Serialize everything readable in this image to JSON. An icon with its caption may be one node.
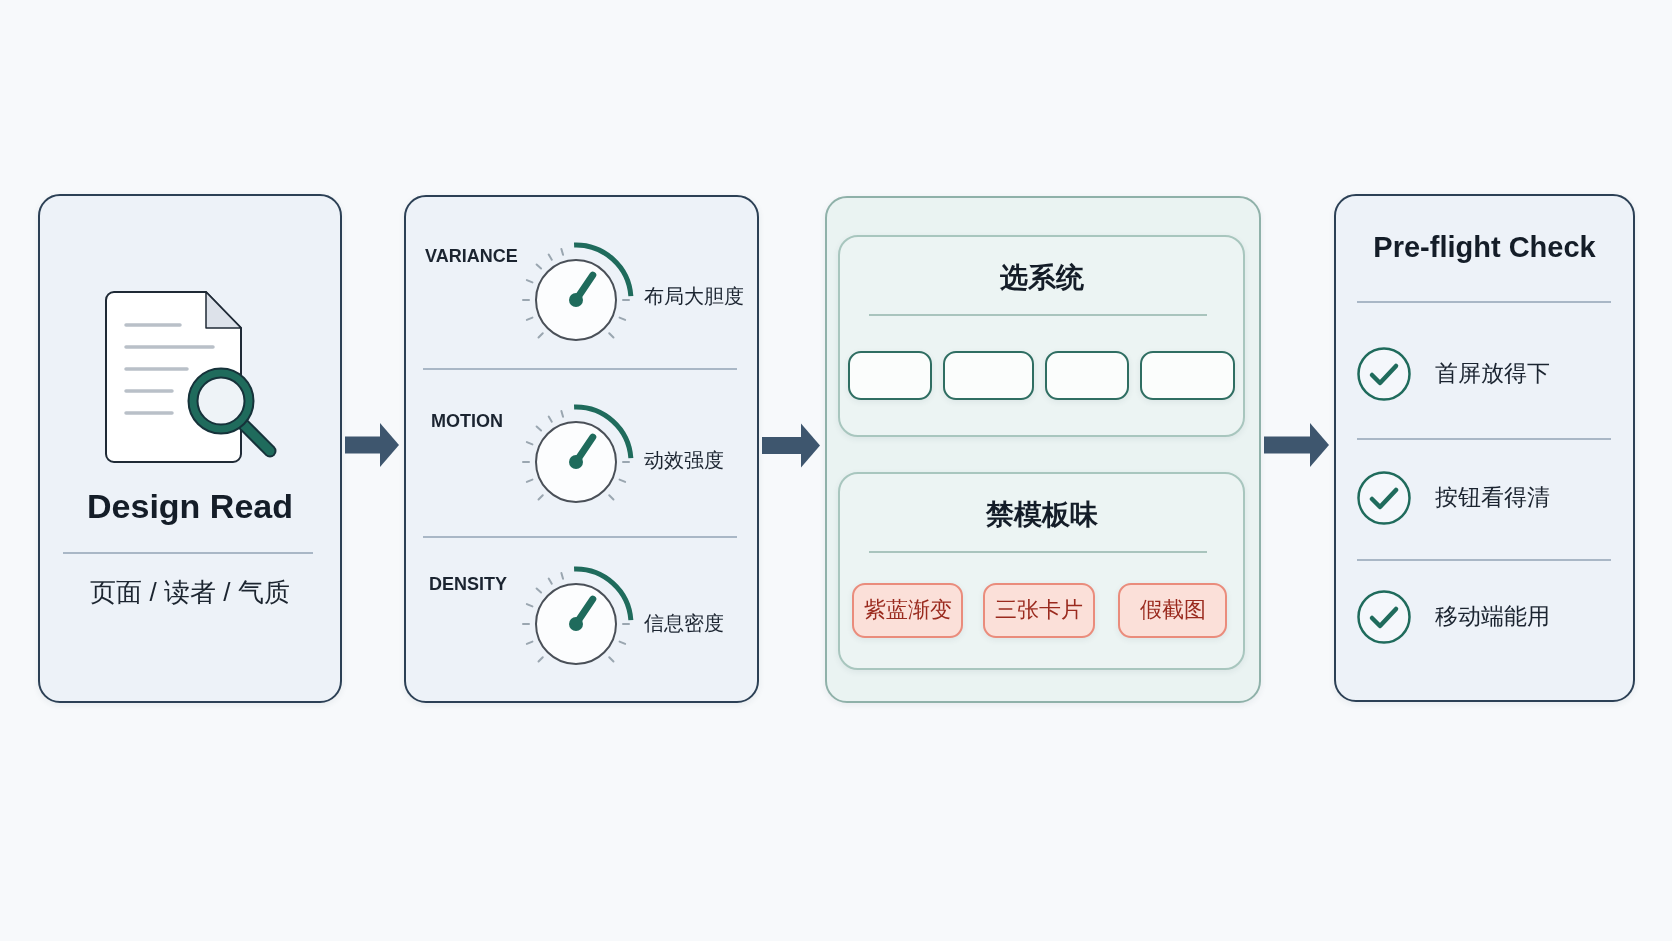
{
  "diagram": {
    "nodes": [
      {
        "text": [
          "Design Read",
          "页面 / 读者 / 气质"
        ]
      },
      {
        "text": [
          "VARIANCE",
          "布局大胆度",
          "MOTION",
          "动效强度",
          "DENSITY",
          "信息密度"
        ]
      },
      {
        "text": [],
        "shape": "box"
      },
      {
        "text": [
          "选系统"
        ],
        "in": 2
      },
      {
        "text": [],
        "shape": "box",
        "in": 3
      },
      {
        "text": [],
        "shape": "box",
        "in": 3
      },
      {
        "text": [],
        "shape": "box",
        "in": 3
      },
      {
        "text": [],
        "shape": "box",
        "in": 3
      },
      {
        "text": [
          "禁模板味"
        ],
        "in": 2
      },
      {
        "text": [
          "紫蓝渐变"
        ],
        "in": 8
      },
      {
        "text": [
          "三张卡片"
        ],
        "in": 8
      },
      {
        "text": [
          "假截图"
        ],
        "in": 8
      },
      {
        "text": [
          "Pre-flight Check",
          "首屏放得下",
          "按钮看得清",
          "移动端能用"
        ]
      }
    ],
    "edges": [
      {
        "from": 0,
        "to": 1,
        "arrow": "to"
      },
      {
        "from": 1,
        "to": 2,
        "arrow": "to"
      },
      {
        "from": 2,
        "to": 12,
        "arrow": "to"
      }
    ]
  }
}
